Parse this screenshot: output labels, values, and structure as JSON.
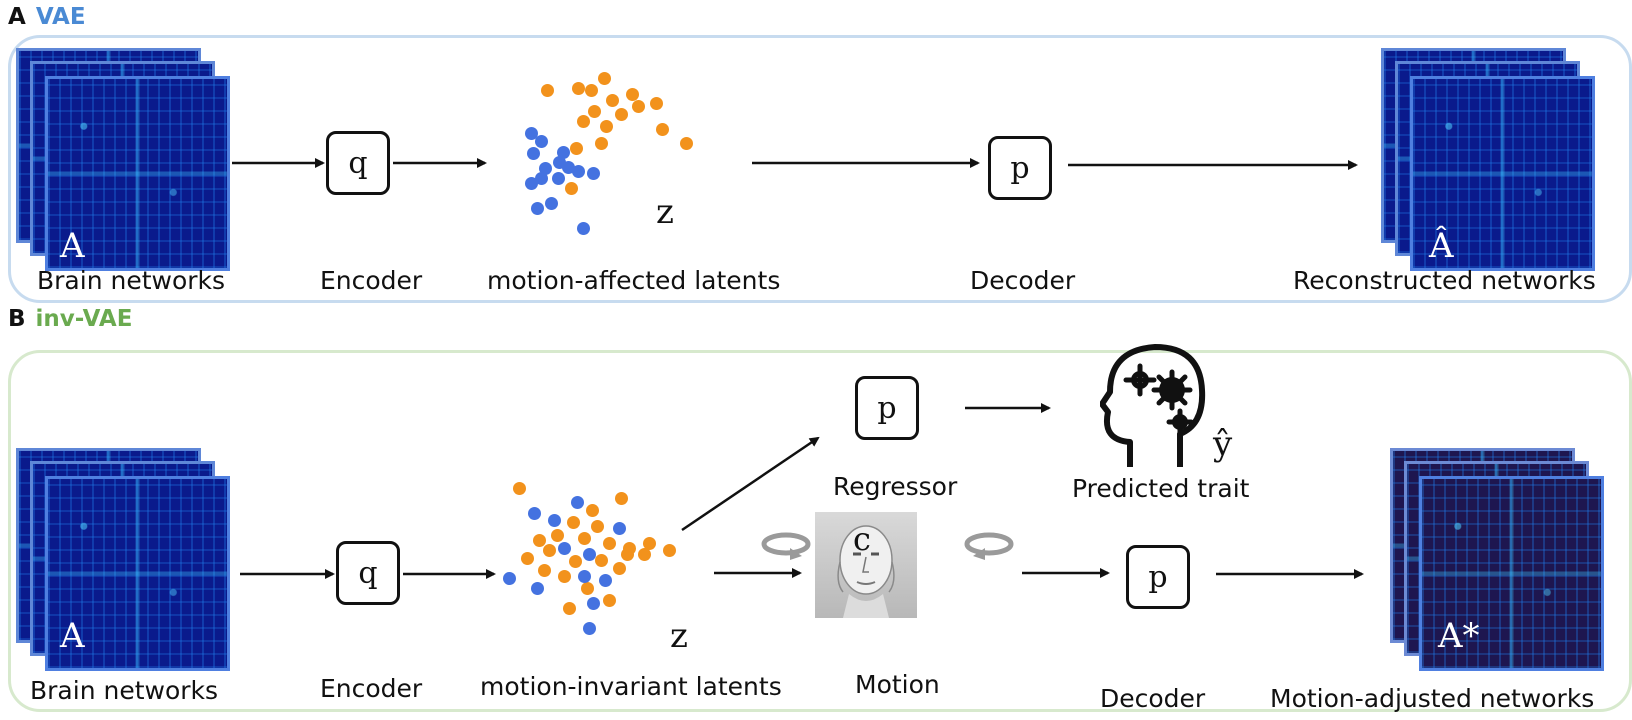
{
  "panel_a": {
    "letter": "A",
    "title": "VAE",
    "title_color": "#4a8ad4",
    "input_matrix_label": "A",
    "input_label": "Brain networks",
    "encoder_symbol": "q",
    "encoder_label": "Encoder",
    "latent_symbol": "z",
    "latent_label": "motion-affected latents",
    "decoder_symbol": "p",
    "decoder_label": "Decoder",
    "output_matrix_label": "Â",
    "output_label": "Reconstructed networks"
  },
  "panel_b": {
    "letter": "B",
    "title": "inv-VAE",
    "title_color": "#6aaa4f",
    "input_matrix_label": "A",
    "input_label": "Brain networks",
    "encoder_symbol": "q",
    "encoder_label": "Encoder",
    "latent_symbol": "z",
    "latent_label": "motion-invariant latents",
    "regressor_symbol": "p",
    "regressor_label": "Regressor",
    "trait_symbol": "ŷ",
    "trait_label": "Predicted trait",
    "motion_symbol": "c",
    "motion_label": "Motion",
    "decoder_symbol": "p",
    "decoder_label": "Decoder",
    "output_matrix_label": "A*",
    "output_label": "Motion-adjusted networks"
  },
  "icons": [
    "brain-network-matrix-icon",
    "latent-scatter-icon",
    "head-gears-icon",
    "face-icon",
    "rotate-arrow-icon"
  ],
  "colors": {
    "orange_points": "#f2921c",
    "blue_points": "#4472e0",
    "arrow": "#111111"
  }
}
